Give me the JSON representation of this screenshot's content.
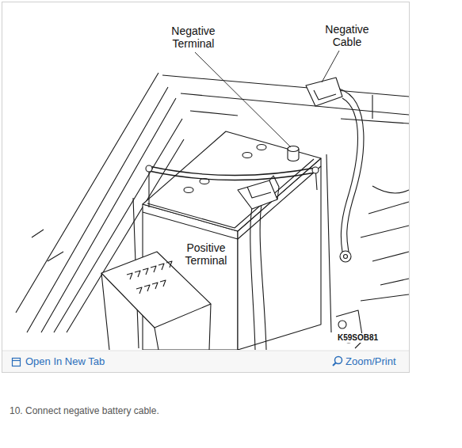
{
  "diagram": {
    "caption": "10. Connect negative battery cable.",
    "labels": [
      "Negative Terminal",
      "Negative Cable",
      "Positive Terminal",
      "K59SOB81",
      "Open In New Tab",
      "Zoom/Print"
    ]
  }
}
